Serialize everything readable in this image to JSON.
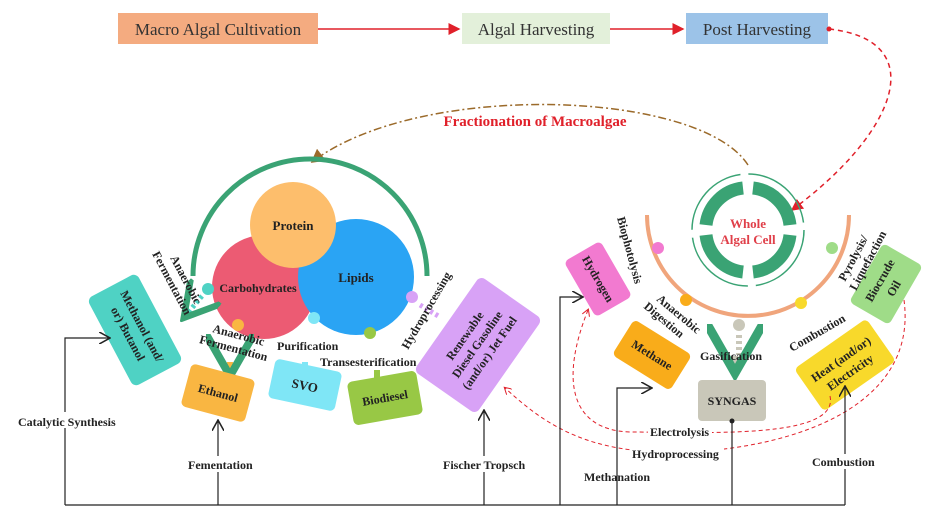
{
  "top_flow": {
    "step1": "Macro Algal Cultivation",
    "step2": "Algal Harvesting",
    "step3": "Post Harvesting"
  },
  "title": "Fractionation of Macroalgae",
  "components": {
    "protein": "Protein",
    "carbohydrates": "Carbohydrates",
    "lipids": "Lipids"
  },
  "whole_cell": {
    "line1": "Whole",
    "line2": "Algal Cell"
  },
  "products": {
    "methanol": [
      "Methanol (and/",
      "or) Butanol"
    ],
    "ethanol": "Ethanol",
    "svo": "SVO",
    "biodiesel": "Biodiesel",
    "renewable": [
      "Renewable",
      "Diesel Gasoline",
      "(and/or) Jet Fuel"
    ],
    "hydrogen": "Hydrogen",
    "methane": "Methane",
    "syngas": "SYNGAS",
    "heat": [
      "Heat (and/or)",
      "Electricity"
    ],
    "biocrude": [
      "Biocrude",
      "Oil"
    ]
  },
  "processes": {
    "anaerobic_fermentation_1": [
      "Anaerobic",
      "Fermentation"
    ],
    "anaerobic_fermentation_2": [
      "Anaerobic",
      "Fermentation"
    ],
    "purification": "Purification",
    "transesterification": "Transesterification",
    "hydroprocessing_top": "Hydroprocessing",
    "biophotolysis": "Biophotolysis",
    "anaerobic_digestion": [
      "Anaerobic",
      "Digestion"
    ],
    "gasification": "Gasification",
    "combustion_top": "Combustion",
    "pyrolysis": [
      "Pyrolysis/",
      "Liquefaction"
    ],
    "catalytic_synthesis": "Catalytic Synthesis",
    "fementation": "Fementation",
    "fischer_tropsch": "Fischer Tropsch",
    "methanation": "Methanation",
    "electrolysis": "Electrolysis",
    "hydroprocessing_bottom": "Hydroprocessing",
    "combustion_bottom": "Combustion"
  },
  "colors": {
    "cultivation": "#f4ab80",
    "harvesting": "#e3f0da",
    "post_harvesting": "#9cc3e8",
    "arrow_red": "#e0202a",
    "protein": "#fdbe6c",
    "carbohydrates": "#ec5b73",
    "lipids": "#2aa4f4",
    "arc_green": "#3aa374",
    "methanol": "#4fd2c4",
    "ethanol": "#f9b642",
    "svo": "#7fe6f6",
    "biodiesel": "#98c845",
    "renewable": "#d8a2f6",
    "hydrogen": "#f27ad0",
    "methane": "#f9ac1a",
    "syngas": "#c9c7b9",
    "heat": "#f8d92b",
    "biocrude": "#9fdc88"
  }
}
